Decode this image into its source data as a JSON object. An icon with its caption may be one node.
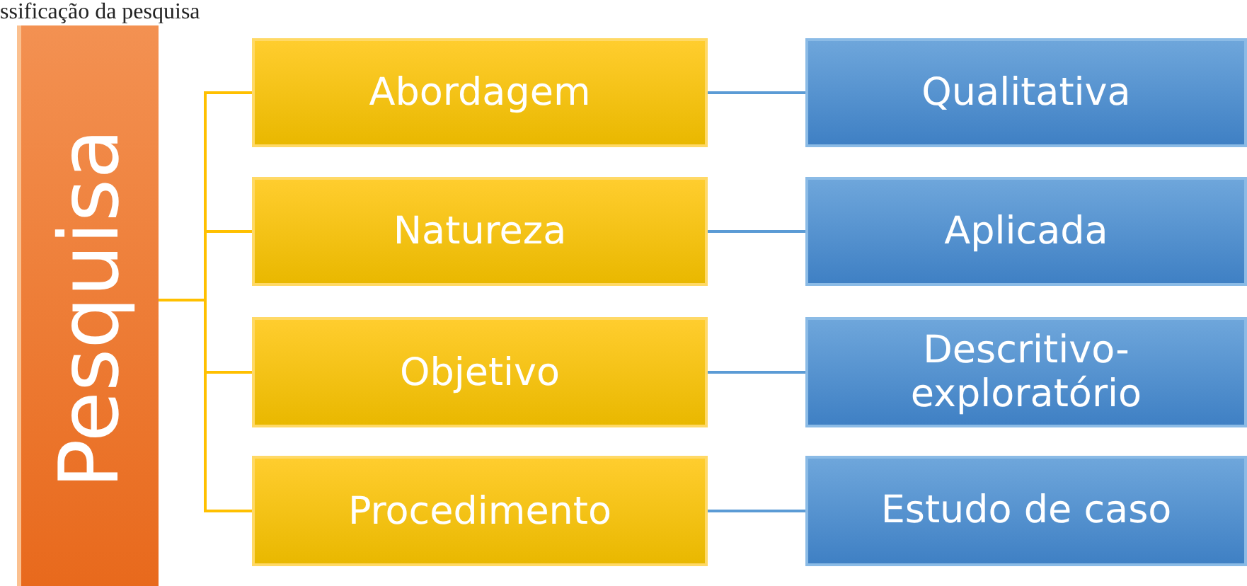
{
  "diagram": {
    "title": "ssificação da pesquisa",
    "nodes": [
      {
        "text": [
          "Pesquisa"
        ]
      },
      {
        "text": [
          "Abordagem"
        ]
      },
      {
        "text": [
          "Qualitativa"
        ]
      },
      {
        "text": [
          "Natureza"
        ]
      },
      {
        "text": [
          "Aplicada"
        ]
      },
      {
        "text": [
          "Objetivo"
        ]
      },
      {
        "text": [
          "Descritivo-exploratório"
        ]
      },
      {
        "text": [
          "Procedimento"
        ]
      },
      {
        "text": [
          "Estudo de caso"
        ]
      }
    ],
    "edges": [
      {
        "from": 0,
        "to": 1,
        "arrow": "none"
      },
      {
        "from": 0,
        "to": 3,
        "arrow": "none"
      },
      {
        "from": 0,
        "to": 5,
        "arrow": "none"
      },
      {
        "from": 0,
        "to": 7,
        "arrow": "none"
      },
      {
        "from": 1,
        "to": 2,
        "arrow": "none",
        "color": "#5b9bd5"
      },
      {
        "from": 3,
        "to": 4,
        "arrow": "none",
        "color": "#5b9bd5"
      },
      {
        "from": 5,
        "to": 6,
        "arrow": "none",
        "color": "#5b9bd5"
      },
      {
        "from": 7,
        "to": 8,
        "arrow": "none",
        "color": "#5b9bd5"
      }
    ]
  }
}
